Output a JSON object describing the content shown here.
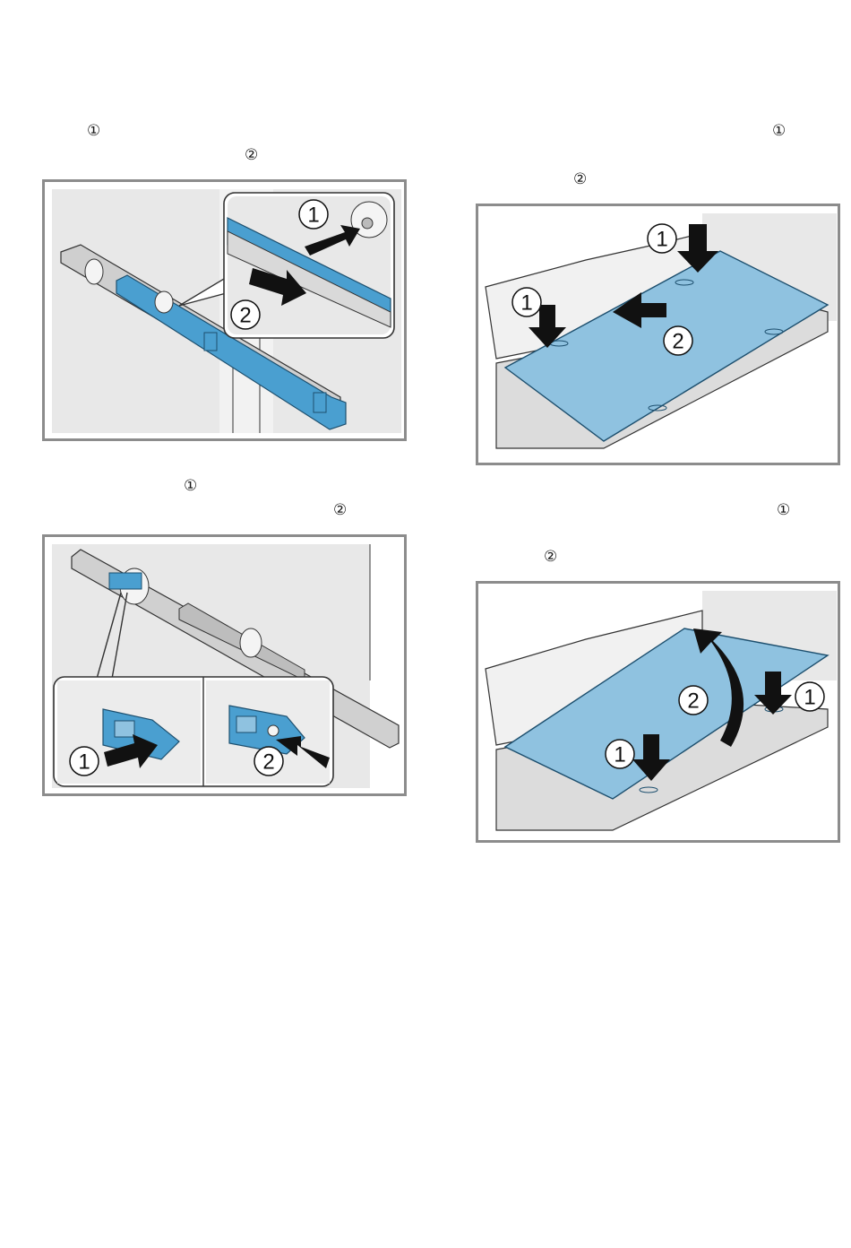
{
  "steps": [
    {
      "ref1": "①",
      "ref2": "②"
    },
    {
      "ref1": "①",
      "ref2": "②"
    },
    {
      "ref1": "①",
      "ref2": "②"
    },
    {
      "ref1": "①",
      "ref2": "②"
    }
  ],
  "callouts": {
    "one": "1",
    "two": "2"
  },
  "colors": {
    "part_blue": "#4a9fd0",
    "part_blue_light": "#8fc2e0",
    "panel_grey": "#e6e6e6",
    "frame_grey": "#8c8c8c",
    "arrow": "#111111"
  }
}
